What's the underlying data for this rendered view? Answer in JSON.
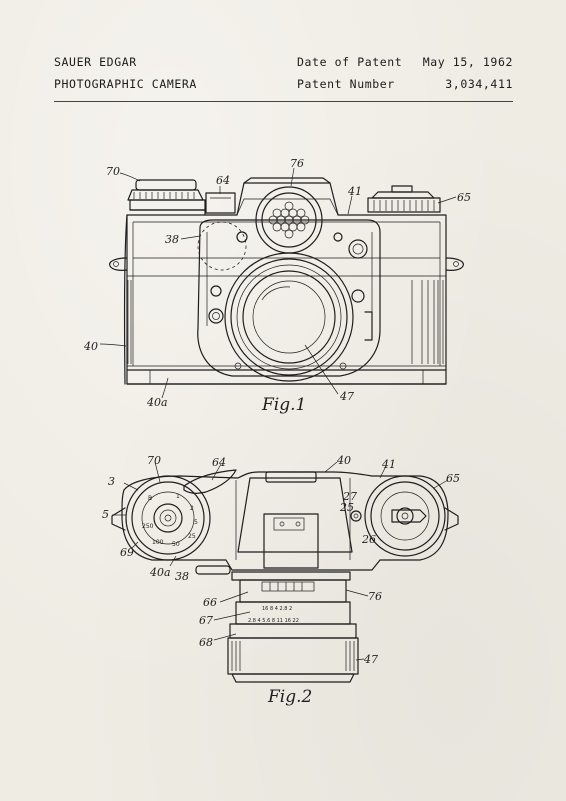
{
  "header": {
    "inventor": "SAUER EDGAR",
    "title": "PHOTOGRAPHIC CAMERA",
    "date_label": "Date of Patent",
    "patent_label": "Patent Number",
    "date_value": "May 15, 1962",
    "patent_value": "3,034,411"
  },
  "figures": {
    "fig1_label": "Fig.1",
    "fig2_label": "Fig.2"
  },
  "fig1_refs": {
    "r70": "70",
    "r64": "64",
    "r76": "76",
    "r41": "41",
    "r65": "65",
    "r38": "38",
    "r40": "40",
    "r40a": "40a",
    "r47": "47"
  },
  "fig2_refs": {
    "r70": "70",
    "r64": "64",
    "r40": "40",
    "r41": "41",
    "r3": "3",
    "r65": "65",
    "r5": "5",
    "r27": "27",
    "r25": "25",
    "r26": "26",
    "r69": "69",
    "r40a": "40a",
    "r38": "38",
    "r66": "66",
    "r76": "76",
    "r67": "67",
    "r68": "68",
    "r47": "47"
  },
  "colors": {
    "paper": "#efece4",
    "ink": "#1e1e1e"
  }
}
